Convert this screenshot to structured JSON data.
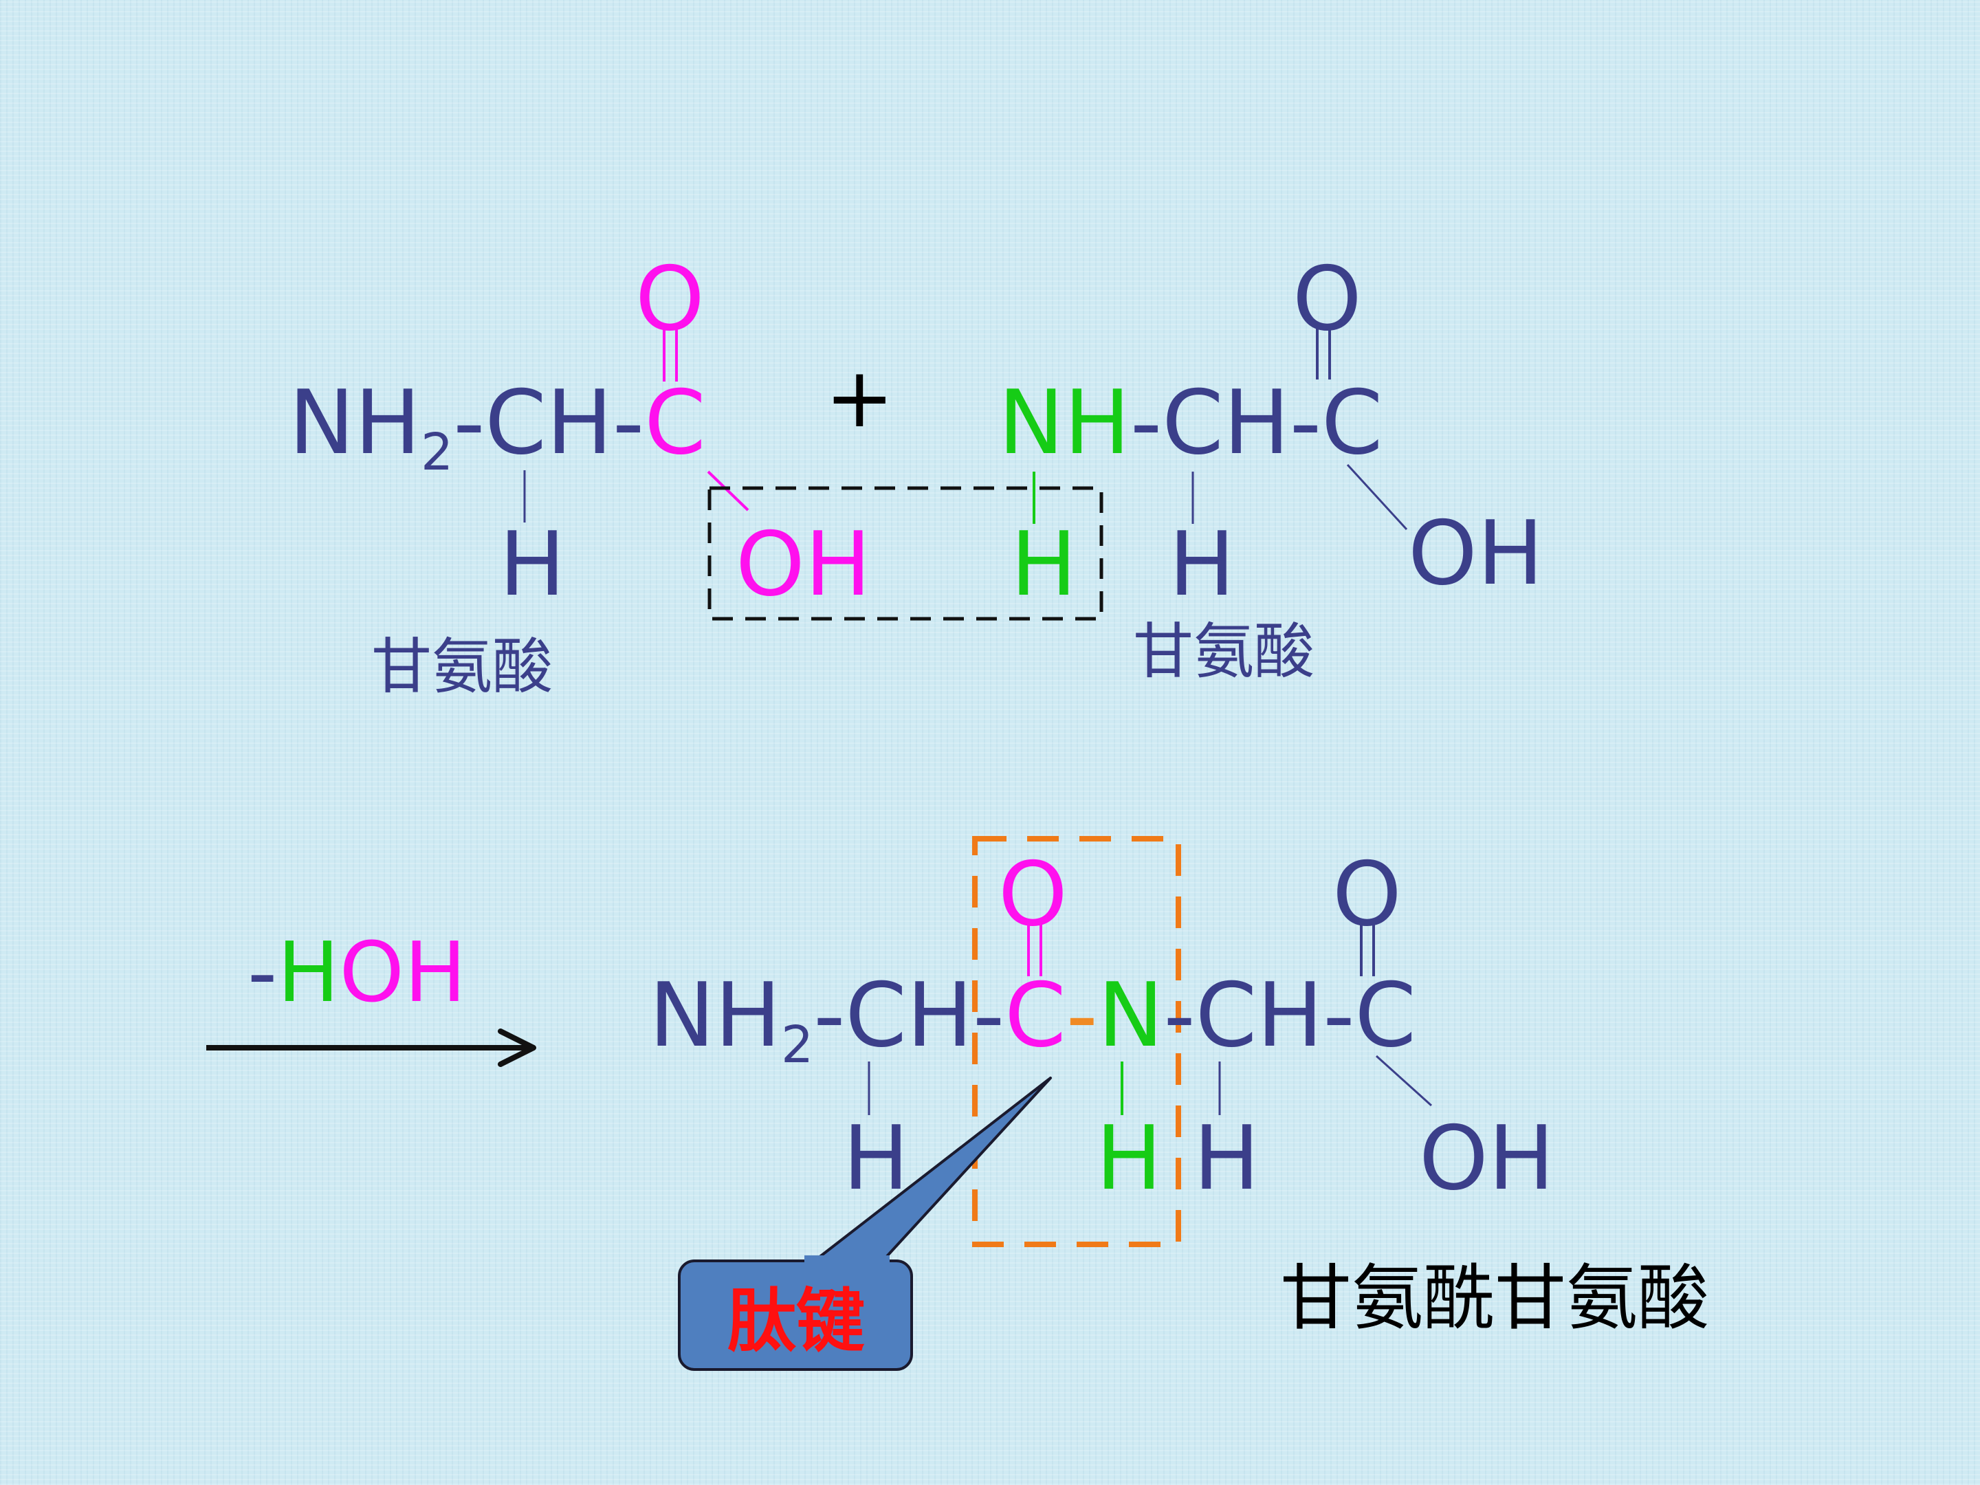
{
  "reactant1": {
    "o": "O",
    "nh2": "NH",
    "nh2_sub": "2",
    "ch": "-CH-",
    "c": "C",
    "h": "H",
    "oh": "OH",
    "name": "甘氨酸"
  },
  "plus": "+",
  "reactant2": {
    "o": "O",
    "nh": "NH",
    "ch": "-CH-",
    "c": "C",
    "h_removed": "H",
    "h": "H",
    "oh": "OH",
    "name": "甘氨酸"
  },
  "condition": {
    "dash": "-",
    "h": "H",
    "oh": "OH"
  },
  "product": {
    "o1": "O",
    "o2": "O",
    "nh2": "NH",
    "nh2_sub": "2",
    "ch1": "-CH-",
    "c1": "C",
    "bond": "-",
    "n": "N",
    "ch2": "-CH-",
    "c2": "C",
    "h1": "H",
    "h_n": "H",
    "h2": "H",
    "oh": "OH",
    "name": "甘氨酰甘氨酸"
  },
  "callout": {
    "label": "肽键"
  },
  "colors": {
    "navy": "#3b3f8a",
    "magenta": "#ff10ee",
    "green": "#16cc16",
    "orange": "#f08a24",
    "callout_fill": "#4f7fbf",
    "callout_text": "#ff1010"
  }
}
